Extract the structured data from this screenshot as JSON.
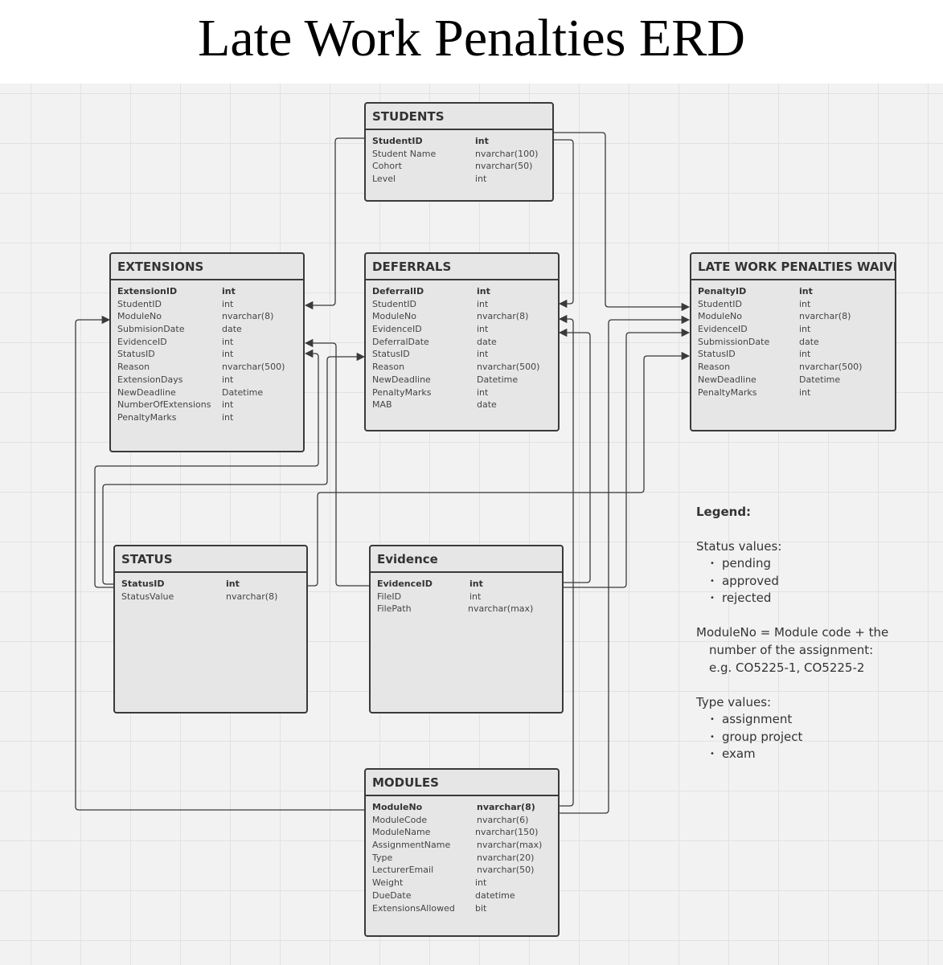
{
  "title": "Late Work Penalties ERD",
  "entities": {
    "students": {
      "name": "STUDENTS",
      "fields": [
        {
          "name": "StudentID",
          "type": "int",
          "pk": true
        },
        {
          "name": "Student Name",
          "type": "nvarchar(100)"
        },
        {
          "name": "Cohort",
          "type": "nvarchar(50)"
        },
        {
          "name": "Level",
          "type": "int"
        }
      ]
    },
    "extensions": {
      "name": "EXTENSIONS",
      "fields": [
        {
          "name": "ExtensionID",
          "type": "int",
          "pk": true
        },
        {
          "name": "StudentID",
          "type": "int"
        },
        {
          "name": "ModuleNo",
          "type": "nvarchar(8)"
        },
        {
          "name": "SubmisionDate",
          "type": "date"
        },
        {
          "name": "EvidenceID",
          "type": "int"
        },
        {
          "name": "StatusID",
          "type": "int"
        },
        {
          "name": "Reason",
          "type": "nvarchar(500)"
        },
        {
          "name": "ExtensionDays",
          "type": "int"
        },
        {
          "name": "NewDeadline",
          "type": "Datetime"
        },
        {
          "name": "NumberOfExtensions",
          "type": "int"
        },
        {
          "name": "PenaltyMarks",
          "type": "int"
        }
      ]
    },
    "deferrals": {
      "name": "DEFERRALS",
      "fields": [
        {
          "name": "DeferralID",
          "type": "int",
          "pk": true
        },
        {
          "name": "StudentID",
          "type": "int"
        },
        {
          "name": "ModuleNo",
          "type": "nvarchar(8)"
        },
        {
          "name": "EvidenceID",
          "type": "int"
        },
        {
          "name": "DeferralDate",
          "type": "date"
        },
        {
          "name": "StatusID",
          "type": "int"
        },
        {
          "name": "Reason",
          "type": "nvarchar(500)"
        },
        {
          "name": "NewDeadline",
          "type": "Datetime"
        },
        {
          "name": "PenaltyMarks",
          "type": "int"
        },
        {
          "name": "MAB",
          "type": "date"
        }
      ]
    },
    "waiver": {
      "name": "LATE WORK PENALTIES WAIVER",
      "fields": [
        {
          "name": "PenaltyID",
          "type": "int",
          "pk": true
        },
        {
          "name": "StudentID",
          "type": "int"
        },
        {
          "name": "ModuleNo",
          "type": "nvarchar(8)"
        },
        {
          "name": "EvidenceID",
          "type": "int"
        },
        {
          "name": "SubmissionDate",
          "type": "date"
        },
        {
          "name": "StatusID",
          "type": "int"
        },
        {
          "name": "Reason",
          "type": "nvarchar(500)"
        },
        {
          "name": "NewDeadline",
          "type": "Datetime"
        },
        {
          "name": "PenaltyMarks",
          "type": "int"
        }
      ]
    },
    "status": {
      "name": "STATUS",
      "fields": [
        {
          "name": "StatusID",
          "type": "int",
          "pk": true
        },
        {
          "name": "StatusValue",
          "type": "nvarchar(8)"
        }
      ]
    },
    "evidence": {
      "name": "Evidence",
      "fields": [
        {
          "name": "EvidenceID",
          "type": "int",
          "pk": true
        },
        {
          "name": "FileID",
          "type": "int"
        },
        {
          "name": "FilePath",
          "type": "nvarchar(max)"
        }
      ]
    },
    "modules": {
      "name": "MODULES",
      "fields": [
        {
          "name": "ModuleNo",
          "type": "nvarchar(8)",
          "pk": true
        },
        {
          "name": "ModuleCode",
          "type": "nvarchar(6)"
        },
        {
          "name": "ModuleName",
          "type": "nvarchar(150)"
        },
        {
          "name": "AssignmentName",
          "type": "nvarchar(max)"
        },
        {
          "name": "Type",
          "type": "nvarchar(20)"
        },
        {
          "name": "LecturerEmail",
          "type": "nvarchar(50)"
        },
        {
          "name": "Weight",
          "type": "int"
        },
        {
          "name": "DueDate",
          "type": "datetime"
        },
        {
          "name": "ExtensionsAllowed",
          "type": "bit"
        }
      ]
    }
  },
  "legend": {
    "title": "Legend:",
    "status_heading": "Status values:",
    "status_values": [
      "pending",
      "approved",
      "rejected"
    ],
    "moduleno_note": [
      "ModuleNo = Module code + the",
      "number of the assignment:",
      "e.g. CO5225-1, CO5225-2"
    ],
    "type_heading": "Type values:",
    "type_values": [
      "assignment",
      "group project",
      "exam"
    ]
  }
}
